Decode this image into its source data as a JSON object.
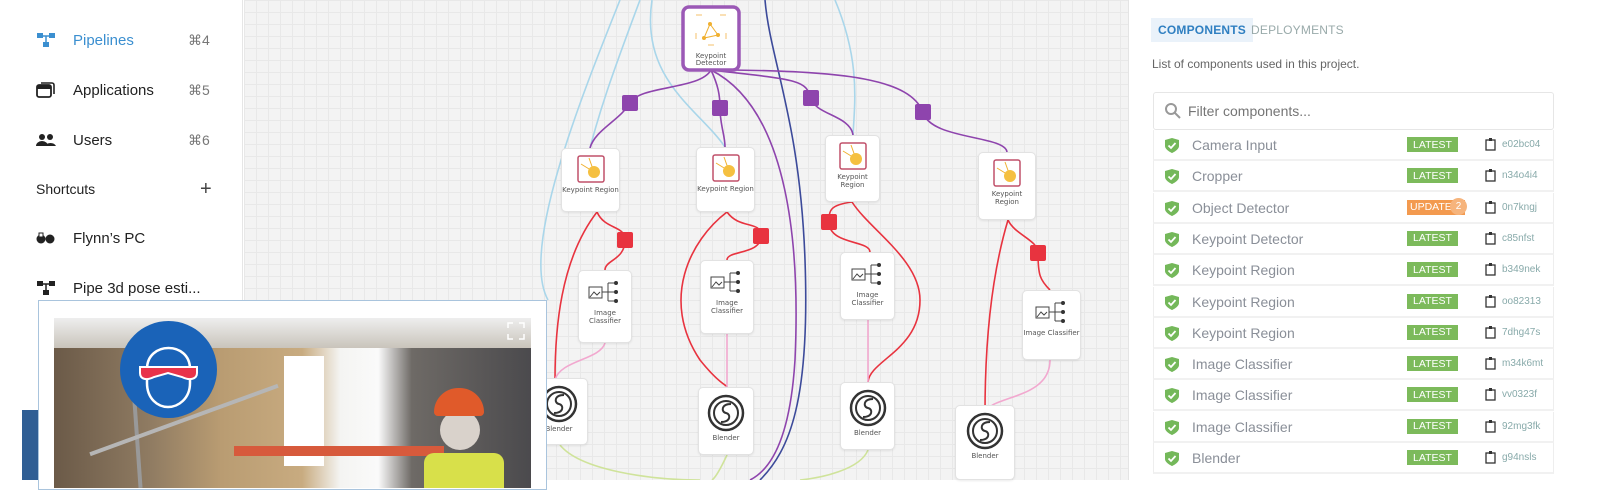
{
  "sidebar": {
    "items": [
      {
        "label": "Pipelines",
        "shortcut": "⌘4",
        "icon": "pipeline-icon",
        "active": true
      },
      {
        "label": "Applications",
        "shortcut": "⌘5",
        "icon": "applications-icon"
      },
      {
        "label": "Users",
        "shortcut": "⌘6",
        "icon": "users-icon"
      }
    ],
    "shortcuts_heading": "Shortcuts",
    "shortcuts": [
      {
        "label": "Flynn’s PC",
        "icon": "device-icon"
      },
      {
        "label": "Pipe 3d pose esti...",
        "icon": "pipeline-icon"
      }
    ]
  },
  "pipeline": {
    "nodes": {
      "detector": "Keypoint Detector",
      "region": "Keypoint Region",
      "classifier": "Image Classifier",
      "blender": "Blender"
    }
  },
  "panel": {
    "tabs": [
      {
        "label": "COMPONENTS",
        "active": true
      },
      {
        "label": "DEPLOYMENTS"
      }
    ],
    "description": "List of components used in this project.",
    "search_placeholder": "Filter components...",
    "components": [
      {
        "name": "Camera Input",
        "status": "LATEST",
        "hash": "e02bc04"
      },
      {
        "name": "Cropper",
        "status": "LATEST",
        "hash": "n34o4i4"
      },
      {
        "name": "Object Detector",
        "status": "UPDATE",
        "count": "2",
        "hash": "0n7kngj"
      },
      {
        "name": "Keypoint Detector",
        "status": "LATEST",
        "hash": "c85nfst"
      },
      {
        "name": "Keypoint Region",
        "status": "LATEST",
        "hash": "b349nek"
      },
      {
        "name": "Keypoint Region",
        "status": "LATEST",
        "hash": "oo82313"
      },
      {
        "name": "Keypoint Region",
        "status": "LATEST",
        "hash": "7dhg47s"
      },
      {
        "name": "Image Classifier",
        "status": "LATEST",
        "hash": "m34k6mt"
      },
      {
        "name": "Image Classifier",
        "status": "LATEST",
        "hash": "vv0323f"
      },
      {
        "name": "Image Classifier",
        "status": "LATEST",
        "hash": "92mg3fk"
      },
      {
        "name": "Blender",
        "status": "LATEST",
        "hash": "g94nsls"
      }
    ]
  },
  "colors": {
    "accent": "#3b8fd0",
    "latest": "#7cba5b",
    "update": "#f39a4f",
    "purple": "#8e44ad",
    "red": "#e8333f"
  }
}
